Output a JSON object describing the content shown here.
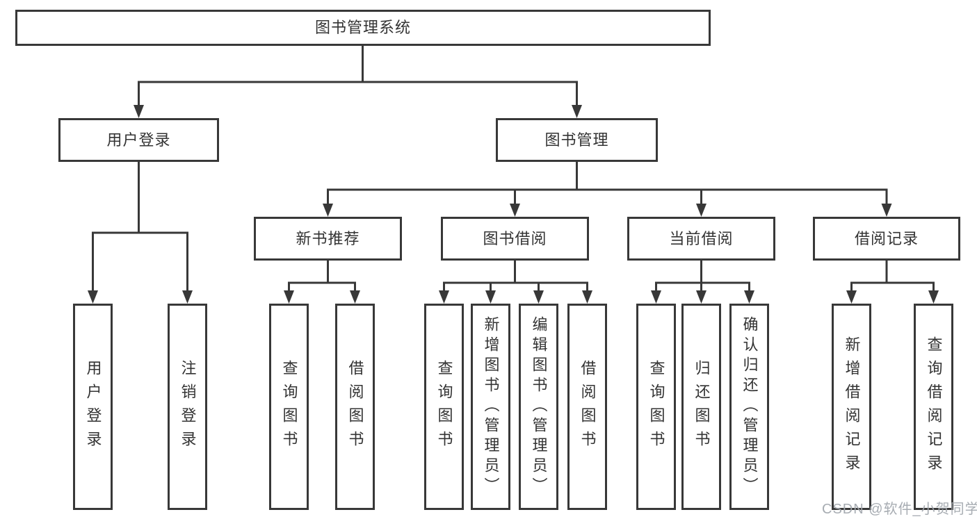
{
  "tree": {
    "root": {
      "label": "图书管理系统"
    },
    "branches": [
      {
        "label": "用户登录",
        "leaves": [
          {
            "label": "用户登录"
          },
          {
            "label": "注销登录"
          }
        ]
      },
      {
        "label": "图书管理",
        "groups": [
          {
            "label": "新书推荐",
            "leaves": [
              {
                "label": "查询图书"
              },
              {
                "label": "借阅图书"
              }
            ]
          },
          {
            "label": "图书借阅",
            "leaves": [
              {
                "label": "查询图书"
              },
              {
                "label": "新增图书（管理员）"
              },
              {
                "label": "编辑图书（管理员）"
              },
              {
                "label": "借阅图书"
              }
            ]
          },
          {
            "label": "当前借阅",
            "leaves": [
              {
                "label": "查询图书"
              },
              {
                "label": "归还图书"
              },
              {
                "label": "确认归还（管理员）"
              }
            ]
          },
          {
            "label": "借阅记录",
            "leaves": [
              {
                "label": "新增借阅记录"
              },
              {
                "label": "查询借阅记录"
              }
            ]
          }
        ]
      }
    ]
  },
  "watermark": {
    "text": "CSDN @软件_小贺同学",
    "color": "#a2a8ae"
  },
  "colors": {
    "background": "#ffffff",
    "line": "#383838",
    "box_border": "#383838",
    "text": "#333333"
  }
}
